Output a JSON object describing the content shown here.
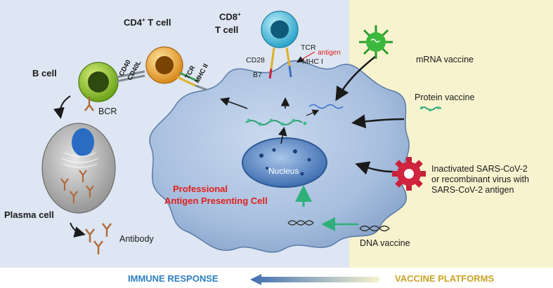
{
  "colors": {
    "immune_bg": "#dde6f2",
    "vaccine_bg": "#f7f3cf",
    "immune_text": "#2f7fc1",
    "vaccine_text": "#c9a227",
    "highlight": "#e0201b"
  },
  "labels": {
    "cd4": "CD4",
    "cd4_sup": "+",
    "cd4_rest": " T cell",
    "cd8": "CD8",
    "cd8_sup": "+",
    "cd8_line2": "T cell",
    "b_cell": "B cell",
    "bcr": "BCR",
    "cd40": "CD40",
    "cd40l": "CD40L",
    "tcr_left": "TCR",
    "mhc2": "MHC II",
    "tcr_right": "TCR",
    "antigen": "antigen",
    "cd28": "CD28",
    "mhc1": "MHC I",
    "b7": "B7",
    "nucleus": "Nucleus",
    "apc_line1": "Professional",
    "apc_line2": "Antigen Presenting Cell",
    "plasma_cell": "Plasma cell",
    "antibody": "Antibody",
    "mrna": "mRNA vaccine",
    "protein": "Protein vaccine",
    "inactivated_1": "Inactivated SARS-CoV-2",
    "inactivated_2": "or recombinant virus with",
    "inactivated_3": "SARS-CoV-2 antigen",
    "dna": "DNA vaccine"
  },
  "footer": {
    "left": "IMMUNE RESPONSE",
    "right": "VACCINE PLATFORMS"
  },
  "icons": [
    "mrna-virus-icon",
    "protein-strand-icon",
    "virus-gear-icon",
    "dna-helix-icon",
    "antibody-icon"
  ]
}
